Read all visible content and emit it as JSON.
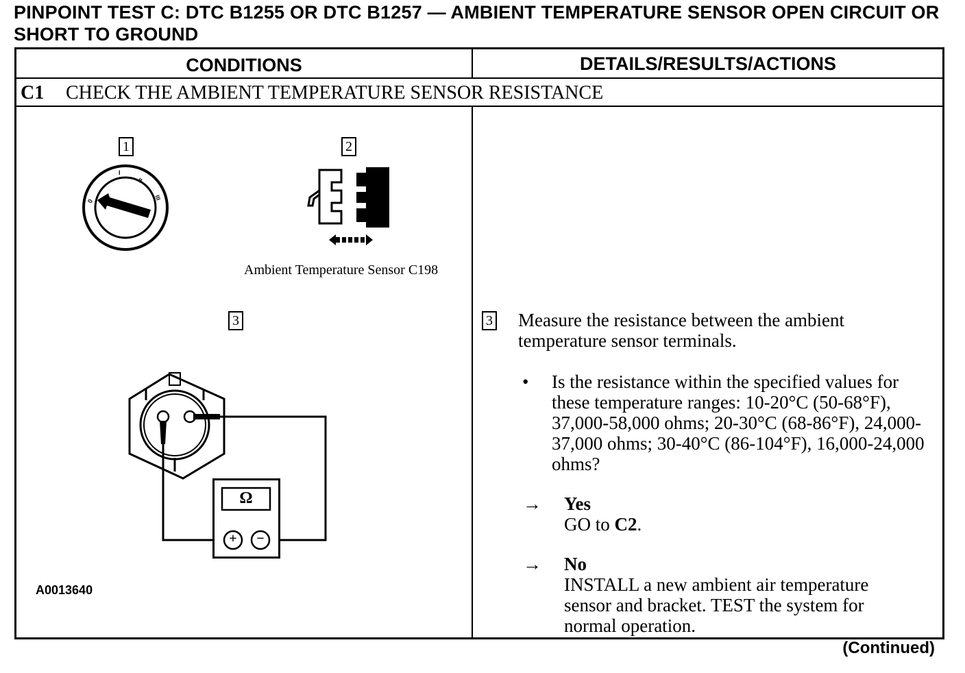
{
  "title": "PINPOINT TEST C:  DTC B1255 OR DTC B1257 — AMBIENT TEMPERATURE SENSOR OPEN CIRCUIT OR SHORT TO GROUND",
  "columns": {
    "conditions": "CONDITIONS",
    "details": "DETAILS/RESULTS/ACTIONS"
  },
  "step": {
    "id": "C1",
    "title": "CHECK THE AMBIENT TEMPERATURE SENSOR RESISTANCE"
  },
  "figure": {
    "label_1": "1",
    "label_2": "2",
    "label_3": "3",
    "ignition_marks": [
      "0",
      "I",
      "II",
      "III"
    ],
    "connector_caption": "Ambient Temperature Sensor C198",
    "meter_symbol": "Ω",
    "plus_symbol": "+",
    "minus_symbol": "−",
    "figure_id": "A0013640",
    "icons": [
      "ignition-switch-icon",
      "connector-disconnect-icon",
      "ohmmeter-icon",
      "sensor-icon"
    ]
  },
  "details": {
    "step_num": "3",
    "instruction": "Measure the resistance between the ambient temperature sensor terminals.",
    "bullet": "•",
    "question": "Is the resistance within the specified values for these temperature ranges: 10-20°C (50-68°F), 37,000-58,000 ohms; 20-30°C (68-86°F), 24,000-37,000 ohms; 30-40°C (86-104°F), 16,000-24,000 ohms?",
    "arrow": "→",
    "yes_label": "Yes",
    "yes_action_go": "GO to ",
    "yes_action_ref": "C2",
    "yes_action_end": ".",
    "no_label": "No",
    "no_action": "INSTALL a new ambient air temperature sensor and bracket. TEST the system for normal operation."
  },
  "footer": "(Continued)"
}
